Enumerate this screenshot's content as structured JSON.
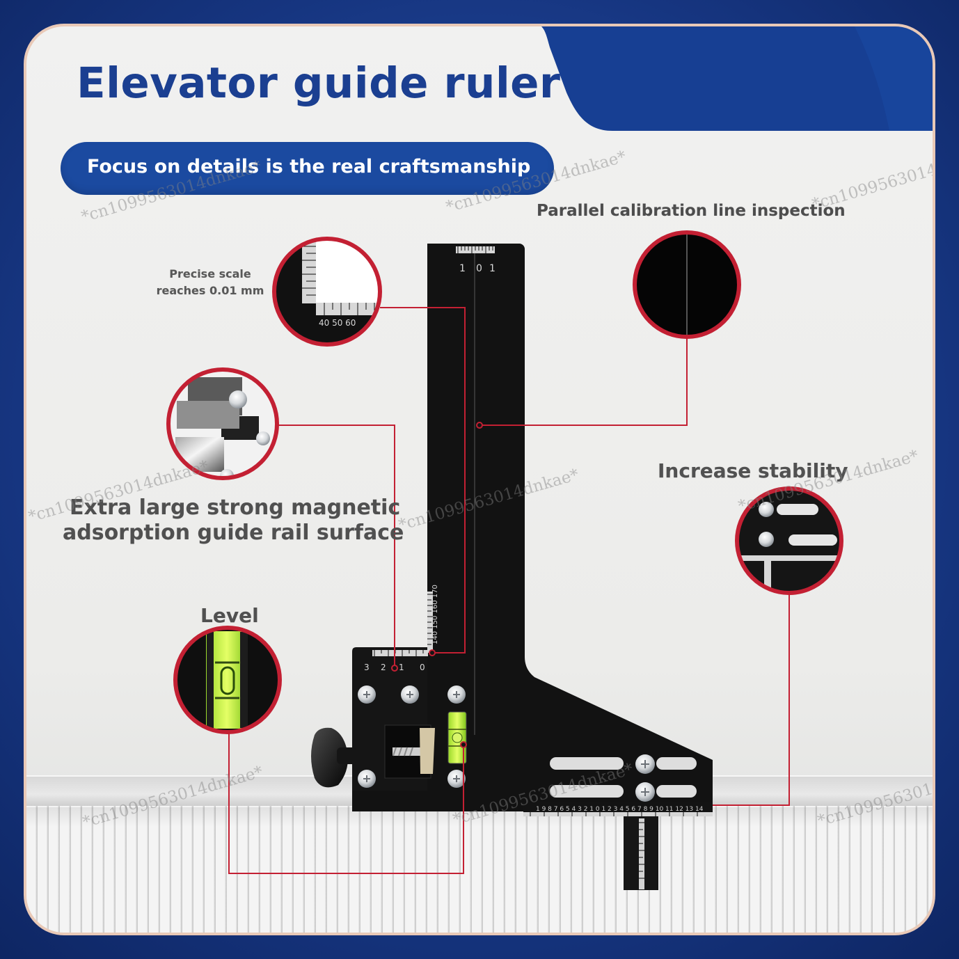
{
  "header": {
    "title": "Elevator guide ruler",
    "subtitle": "Focus on details is the real craftsmanship"
  },
  "callouts": {
    "precise_scale": {
      "line1": "Precise scale",
      "line2": "reaches 0.01 mm"
    },
    "parallel": "Parallel calibration line inspection",
    "magnetic": {
      "line1": "Extra large strong magnetic",
      "line2": "adsorption guide rail surface"
    },
    "stability": "Increase stability",
    "level": "Level"
  },
  "watermark_text": "*cn1099563014dnkae*",
  "colors": {
    "brand_blue": "#1b4aa0",
    "title_blue": "#1b3f91",
    "accent_red": "#c32033",
    "ruler_black": "#121212"
  }
}
